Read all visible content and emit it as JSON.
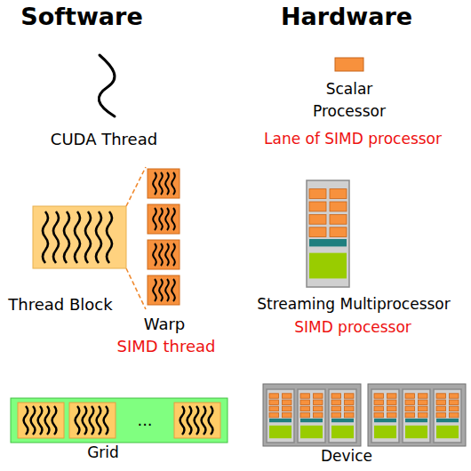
{
  "diagram": {
    "nodes": [
      {
        "text": [
          "Scalar Processor",
          "Lane of SIMD processor"
        ]
      },
      {
        "text": [
          "Thread Block"
        ]
      },
      {
        "text": [
          "Warp",
          "SIMD thread"
        ]
      },
      {
        "text": [
          "Streaming Multiprocessor",
          "SIMD processor"
        ]
      },
      {
        "text": [
          "Grid"
        ]
      },
      {
        "text": [
          "Device"
        ]
      }
    ],
    "edges": [
      {
        "from": 1,
        "to": 2,
        "arrow": "none"
      }
    ],
    "labels": [
      "Software",
      "Hardware",
      "CUDA Thread",
      "..."
    ]
  }
}
